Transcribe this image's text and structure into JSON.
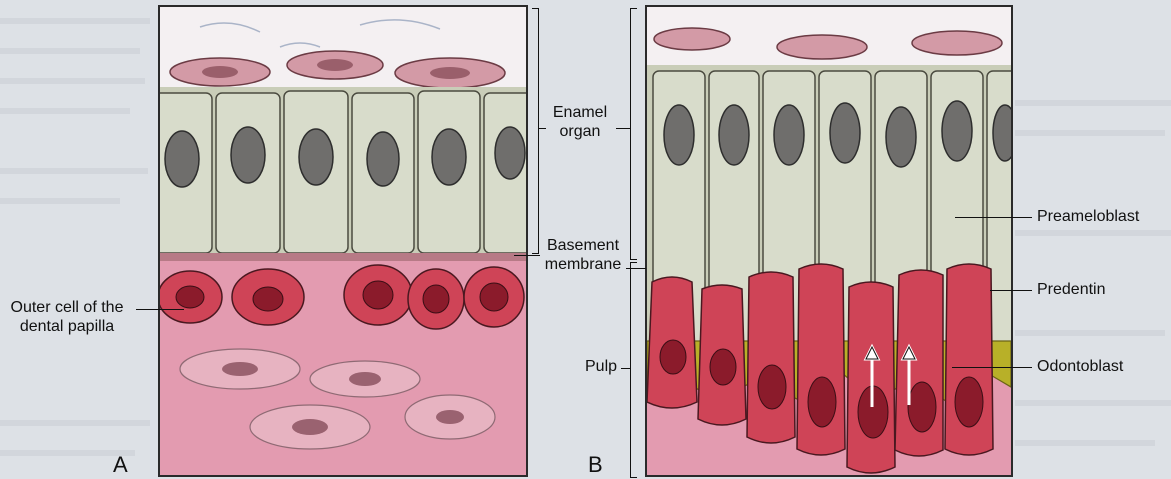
{
  "panels": {
    "a": {
      "letter": "A"
    },
    "b": {
      "letter": "B"
    }
  },
  "labels": {
    "enamel_organ_line1": "Enamel",
    "enamel_organ_line2": "organ",
    "basement_membrane_line1": "Basement",
    "basement_membrane_line2": "membrane",
    "pulp": "Pulp",
    "outer_cell_line1": "Outer cell of the",
    "outer_cell_line2": "dental papilla",
    "preameloblast": "Preameloblast",
    "predentin": "Predentin",
    "odontoblast": "Odontoblast"
  },
  "colors": {
    "border": "#2a2a2a",
    "epithelium_cell": "#d8dccb",
    "nucleus_gray": "#6f6e6c",
    "stellate_cell": "#d39aa6",
    "pulp_matrix": "#e39bb0",
    "odontoblast_cell": "#cf4457",
    "odontoblast_nucleus": "#8b1b2b",
    "predentin": "#b8b028",
    "background": "#dde1e6"
  }
}
